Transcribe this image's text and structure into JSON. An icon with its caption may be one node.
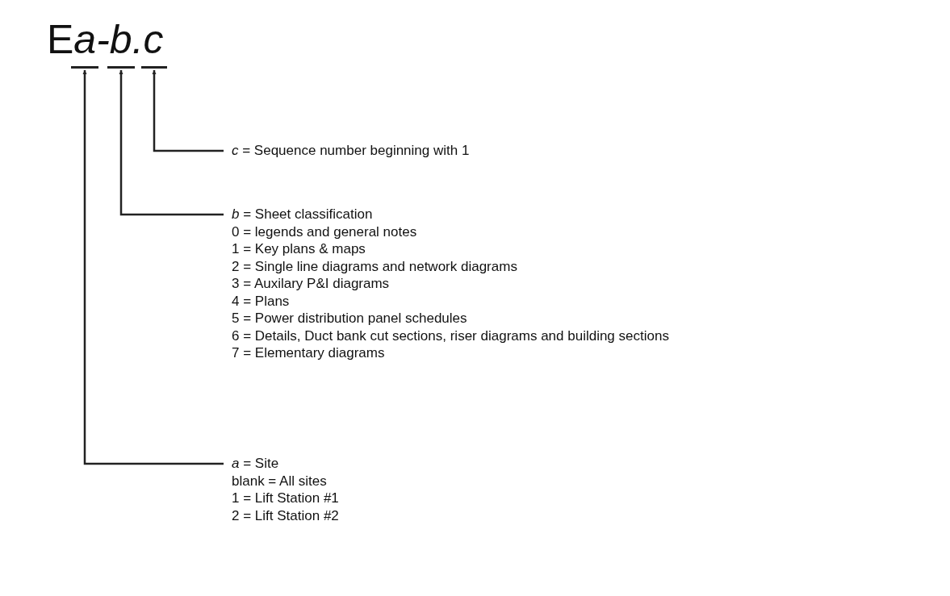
{
  "diagram": {
    "title": "Ea-b.c",
    "nodes": [
      {
        "text": [],
        "shape": "bar"
      },
      {
        "text": [],
        "shape": "bar"
      },
      {
        "text": [],
        "shape": "bar"
      },
      {
        "text": [
          "*c* = Sequence number beginning with 1"
        ]
      },
      {
        "text": [
          "*b* = Sheet classification",
          "0 = legends and general notes",
          "1 = Key plans & maps",
          "2 = Single line diagrams and network diagrams",
          "3 = Auxilary P&I diagrams",
          "4 = Plans",
          "5 = Power distribution panel schedules",
          "6 = Details, Duct bank cut sections, riser diagrams and building sections",
          "7 = Elementary diagrams"
        ]
      },
      {
        "text": [
          "*a* = Site",
          "blank = All sites",
          "1 = Lift Station #1",
          "2 = Lift Station #2"
        ]
      }
    ],
    "edges": [
      {
        "from": 3,
        "to": 2,
        "arrow": "to"
      },
      {
        "from": 4,
        "to": 1,
        "arrow": "to"
      },
      {
        "from": 5,
        "to": 0,
        "arrow": "to"
      }
    ]
  }
}
